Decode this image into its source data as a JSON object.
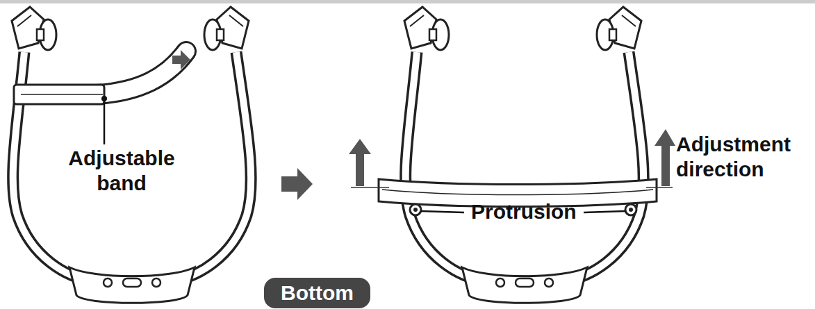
{
  "diagram": {
    "nodes": [
      {
        "text": [
          "Bottom"
        ]
      }
    ],
    "labels": [
      "Adjustable band",
      "Protrusion",
      "Adjustment direction"
    ]
  }
}
